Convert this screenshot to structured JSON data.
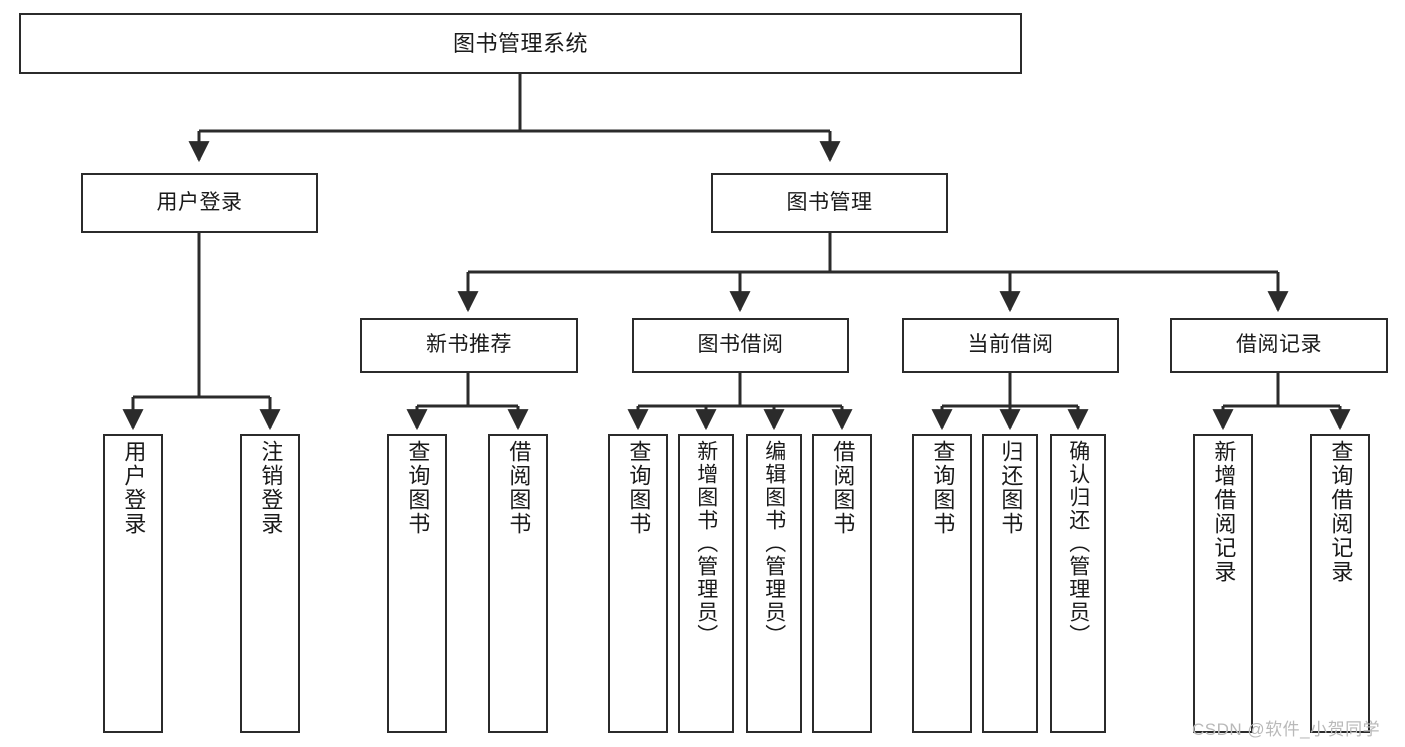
{
  "diagram": {
    "type": "hierarchy-tree",
    "title": "图书管理系统",
    "background_color": "#ffffff",
    "node_border_color": "#2b2b2b",
    "edge_color": "#2b2b2b",
    "text_color": "#1a1a1a"
  },
  "root": {
    "label": "图书管理系统"
  },
  "level1": [
    {
      "label": "用户登录"
    },
    {
      "label": "图书管理"
    }
  ],
  "level2": [
    {
      "label": "新书推荐"
    },
    {
      "label": "图书借阅"
    },
    {
      "label": "当前借阅"
    },
    {
      "label": "借阅记录"
    }
  ],
  "leaves": {
    "user_login": [
      {
        "label": "用户登录"
      },
      {
        "label": "注销登录"
      }
    ],
    "new_book_recommend": [
      {
        "label": "查询图书"
      },
      {
        "label": "借阅图书"
      }
    ],
    "book_borrow": [
      {
        "label": "查询图书"
      },
      {
        "label": "新增图书（管理员）"
      },
      {
        "label": "编辑图书（管理员）"
      },
      {
        "label": "借阅图书"
      }
    ],
    "current_borrow": [
      {
        "label": "查询图书"
      },
      {
        "label": "归还图书"
      },
      {
        "label": "确认归还（管理员）"
      }
    ],
    "borrow_record": [
      {
        "label": "新增借阅记录"
      },
      {
        "label": "查询借阅记录"
      }
    ]
  },
  "watermark": {
    "text": "CSDN @软件_小贺同学",
    "color": "#b9b9b9"
  }
}
